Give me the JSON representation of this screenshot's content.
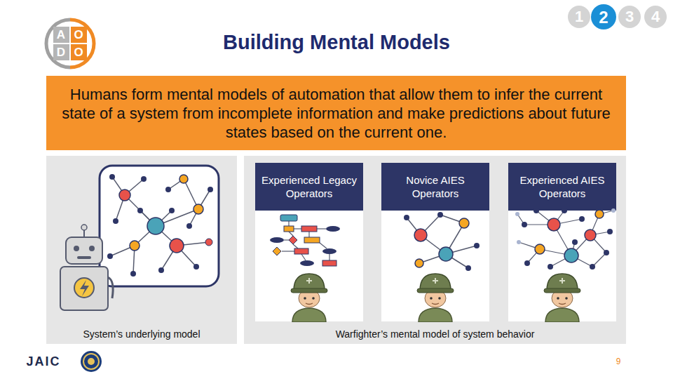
{
  "diagram": {
    "title": "Building Mental Models",
    "nodes": [
      {
        "text": [
          "Humans form mental models of automation that allow them to infer the current state of a system from incomplete information and make predictions about future states based on the current one."
        ]
      },
      {
        "text": [
          "System’s underlying model"
        ]
      },
      {
        "text": [
          "Warfighter’s mental model of system behavior"
        ]
      },
      {
        "text": [
          "Experienced Legacy Operators"
        ],
        "in": 2
      },
      {
        "text": [
          "Novice AIES Operators"
        ],
        "in": 2
      },
      {
        "text": [
          "Experienced AIES Operators"
        ],
        "in": 2
      }
    ],
    "labels": [
      "A",
      "O",
      "D",
      "O",
      "1",
      "2",
      "3",
      "4",
      "JAIC",
      "9"
    ]
  }
}
